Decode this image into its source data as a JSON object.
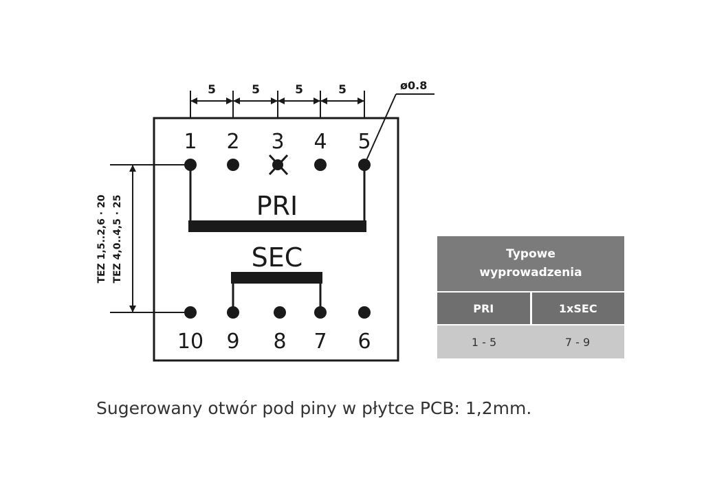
{
  "diagram": {
    "top_pins": [
      "1",
      "2",
      "3",
      "4",
      "5"
    ],
    "bottom_pins": [
      "10",
      "9",
      "8",
      "7",
      "6"
    ],
    "pitch_labels": [
      "5",
      "5",
      "5",
      "5"
    ],
    "pin_diameter": "ø0.8",
    "winding_primary": "PRI",
    "winding_secondary": "SEC",
    "height_label_1": "TEZ 1,5..2,6 · 20",
    "height_label_2": "TEZ 4,0..4,5 · 25"
  },
  "table": {
    "header_line1": "Typowe",
    "header_line2": "wyprowadzenia",
    "col_pri": "PRI",
    "col_sec": "1xSEC",
    "val_pri": "1 - 5",
    "val_sec": "7 - 9"
  },
  "footnote": "Sugerowany otwór pod piny w płytce PCB: 1,2mm."
}
